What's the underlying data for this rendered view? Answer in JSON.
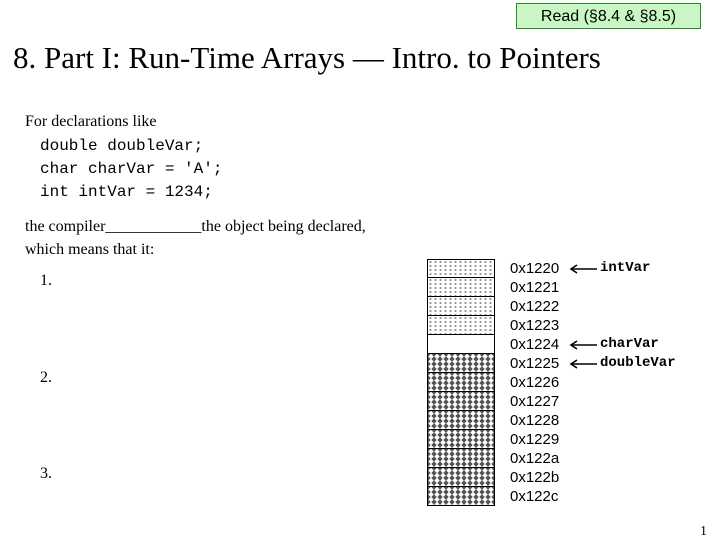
{
  "read_note": "Read (§8.4 & §8.5)",
  "title": "8. Part I: Run-Time Arrays — Intro. to Pointers",
  "intro": "For declarations like",
  "code_lines": [
    "double doubleVar;",
    "char charVar = 'A';",
    "int intVar = 1234;"
  ],
  "paragraph": "the compiler____________the object being declared, which means that it:",
  "numbered_items": [
    "1.",
    "2.",
    "3."
  ],
  "memory": {
    "addresses": [
      "0x1220",
      "0x1221",
      "0x1222",
      "0x1223",
      "0x1224",
      "0x1225",
      "0x1226",
      "0x1227",
      "0x1228",
      "0x1229",
      "0x122a",
      "0x122b",
      "0x122c"
    ],
    "cell_patterns": [
      "dots",
      "dots",
      "dots",
      "dots",
      "brick",
      "zigzag",
      "zigzag",
      "zigzag",
      "zigzag",
      "zigzag",
      "zigzag",
      "zigzag",
      "zigzag"
    ],
    "variables": [
      {
        "name": "intVar",
        "address_index": 0
      },
      {
        "name": "charVar",
        "address_index": 4
      },
      {
        "name": "doubleVar",
        "address_index": 5
      }
    ]
  },
  "page_number": "1"
}
